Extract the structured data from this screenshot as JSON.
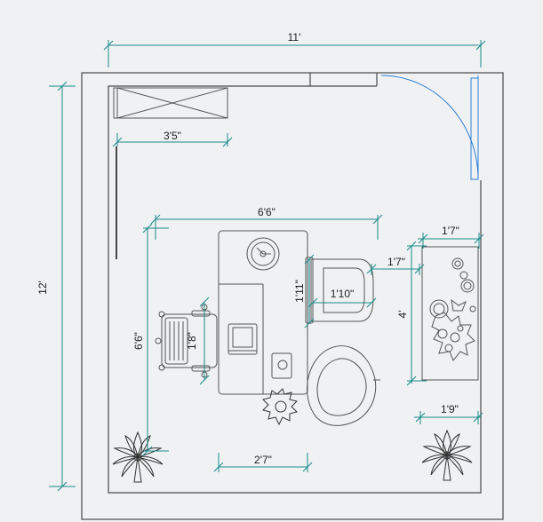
{
  "colors": {
    "dimension": "#1a8a8a",
    "wall": "#4a4a4a",
    "door_arc": "#2a7fd4",
    "background": "#f0f1f3",
    "furniture_stroke": "#555555"
  },
  "dimensions": {
    "room_width": "11'",
    "room_length": "12'",
    "storage_width": "3'5\"",
    "desk_length": "6'6\"",
    "desk_span_vertical": "6'6\"",
    "desk_width": "2'7\"",
    "guest_chair_depth": "1'11\"",
    "guest_chair_width": "1'10\"",
    "desk_chair": "1'8\"",
    "sideboard_width": "1'7\"",
    "sideboard_gap": "1'7\"",
    "sideboard_length": "4'",
    "plant_width": "1'9\""
  },
  "icons": {
    "door": "door-swing-icon",
    "storage": "storage-unit-icon",
    "desk": "desk-icon",
    "office_chair": "office-chair-icon",
    "guest_chair": "guest-chair-icon",
    "armchair": "armchair-icon",
    "laptop": "laptop-icon",
    "plant": "potted-plant-icon",
    "decor": "decor-icon"
  }
}
